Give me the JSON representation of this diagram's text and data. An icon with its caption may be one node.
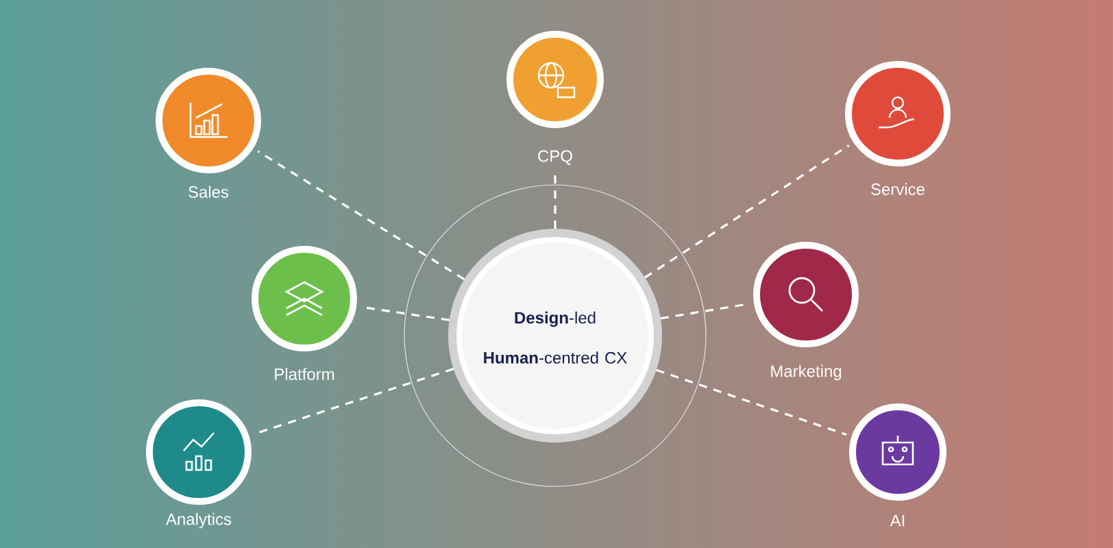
{
  "diagram": {
    "nodes": [
      {
        "text": [
          "**Design**-led",
          "**Human**-centred CX"
        ]
      },
      {
        "text": [
          "Sales"
        ]
      },
      {
        "text": [
          "CPQ"
        ]
      },
      {
        "text": [
          "Service"
        ]
      },
      {
        "text": [
          "Platform"
        ]
      },
      {
        "text": [
          "Marketing"
        ]
      },
      {
        "text": [
          "Analytics"
        ]
      },
      {
        "text": [
          "AI"
        ]
      }
    ],
    "edges": [
      {
        "from": 0,
        "to": 1,
        "arrow": "none",
        "style": "dashed"
      },
      {
        "from": 0,
        "to": 2,
        "arrow": "none",
        "style": "dashed"
      },
      {
        "from": 0,
        "to": 3,
        "arrow": "none",
        "style": "dashed"
      },
      {
        "from": 0,
        "to": 4,
        "arrow": "none",
        "style": "dashed"
      },
      {
        "from": 0,
        "to": 5,
        "arrow": "none",
        "style": "dashed"
      },
      {
        "from": 0,
        "to": 6,
        "arrow": "none",
        "style": "dashed"
      },
      {
        "from": 0,
        "to": 7,
        "arrow": "none",
        "style": "dashed"
      }
    ]
  }
}
